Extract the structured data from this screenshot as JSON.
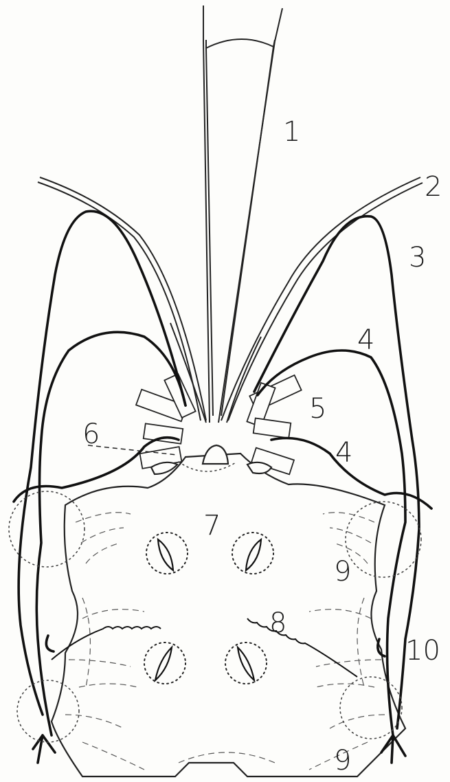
{
  "labels": [
    {
      "id": "1",
      "text": "1"
    },
    {
      "id": "2",
      "text": "2"
    },
    {
      "id": "3",
      "text": "3"
    },
    {
      "id": "4a",
      "text": "4"
    },
    {
      "id": "4b",
      "text": "4"
    },
    {
      "id": "5",
      "text": "5"
    },
    {
      "id": "6",
      "text": "6"
    },
    {
      "id": "7",
      "text": "7"
    },
    {
      "id": "8",
      "text": "8"
    },
    {
      "id": "9a",
      "text": "9"
    },
    {
      "id": "9b",
      "text": "9"
    },
    {
      "id": "10",
      "text": "10"
    }
  ],
  "colors": {
    "background": "#fdfdfb",
    "ink": "#111111"
  }
}
